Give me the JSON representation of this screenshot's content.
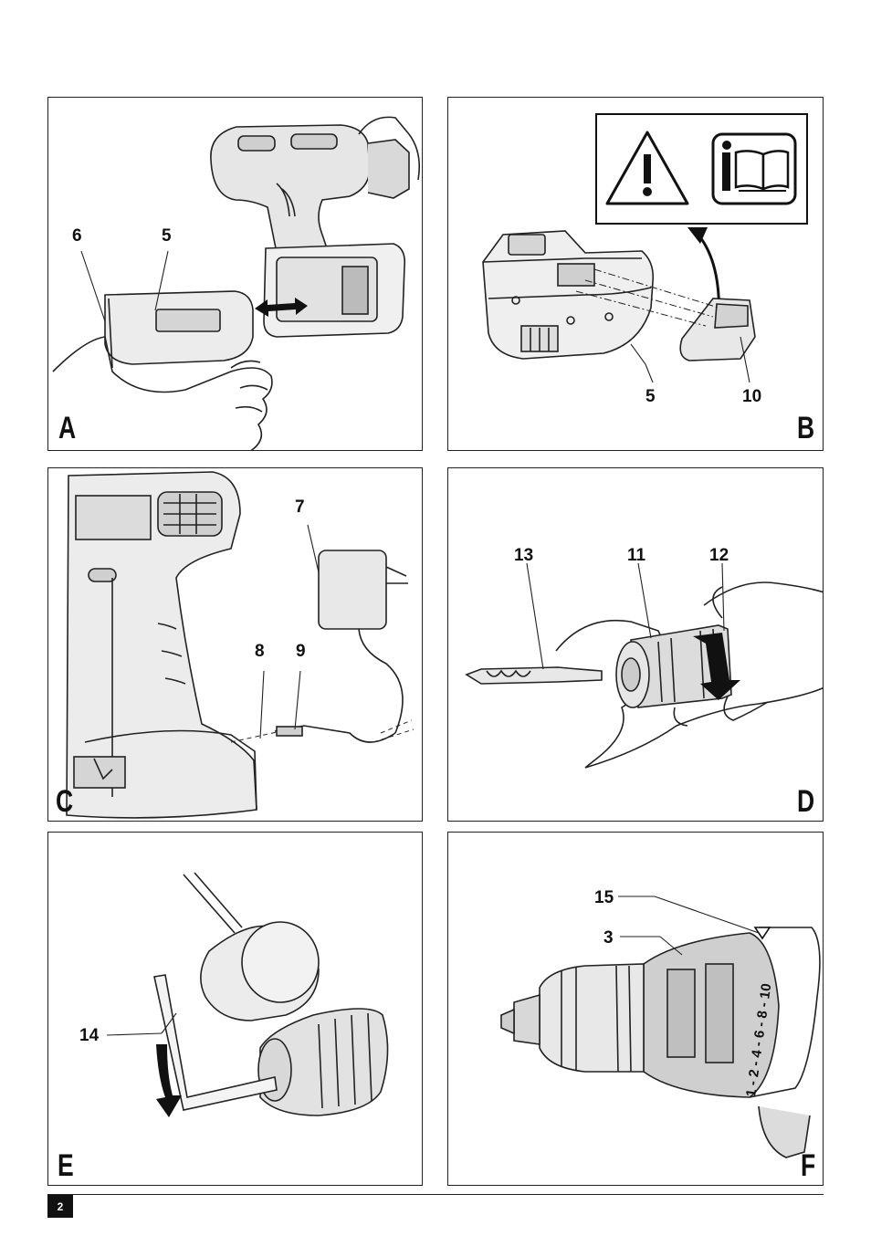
{
  "page": {
    "number": "2"
  },
  "panels": {
    "a": {
      "letter": "A",
      "callouts": [
        "6",
        "5"
      ]
    },
    "b": {
      "letter": "B",
      "callouts": [
        "5",
        "10"
      ]
    },
    "c": {
      "letter": "C",
      "callouts": [
        "7",
        "8",
        "9"
      ]
    },
    "d": {
      "letter": "D",
      "callouts": [
        "13",
        "11",
        "12"
      ]
    },
    "e": {
      "letter": "E",
      "callouts": [
        "14"
      ]
    },
    "f": {
      "letter": "F",
      "callouts": [
        "15",
        "3"
      ],
      "dial_markings": "1 - 2 - 4 - 6 - 8 - 10"
    }
  },
  "icons": {
    "warning": "warning-triangle-icon",
    "manual": "read-manual-icon"
  }
}
